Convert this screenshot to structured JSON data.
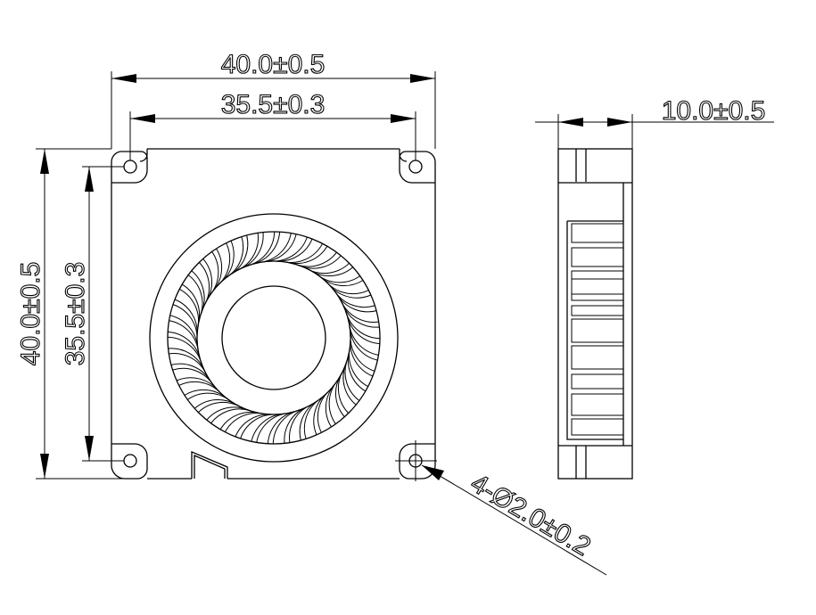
{
  "drawing": {
    "front_view": {
      "overall_width": "40.0±0.5",
      "hole_spacing_width": "35.5±0.3",
      "overall_height": "40.0±0.5",
      "hole_spacing_height": "35.5±0.3",
      "mounting_holes": "4-Ø2.0±0.2"
    },
    "side_view": {
      "thickness": "10.0±0.5"
    },
    "line_color": "#000000",
    "background_color": "#ffffff"
  }
}
